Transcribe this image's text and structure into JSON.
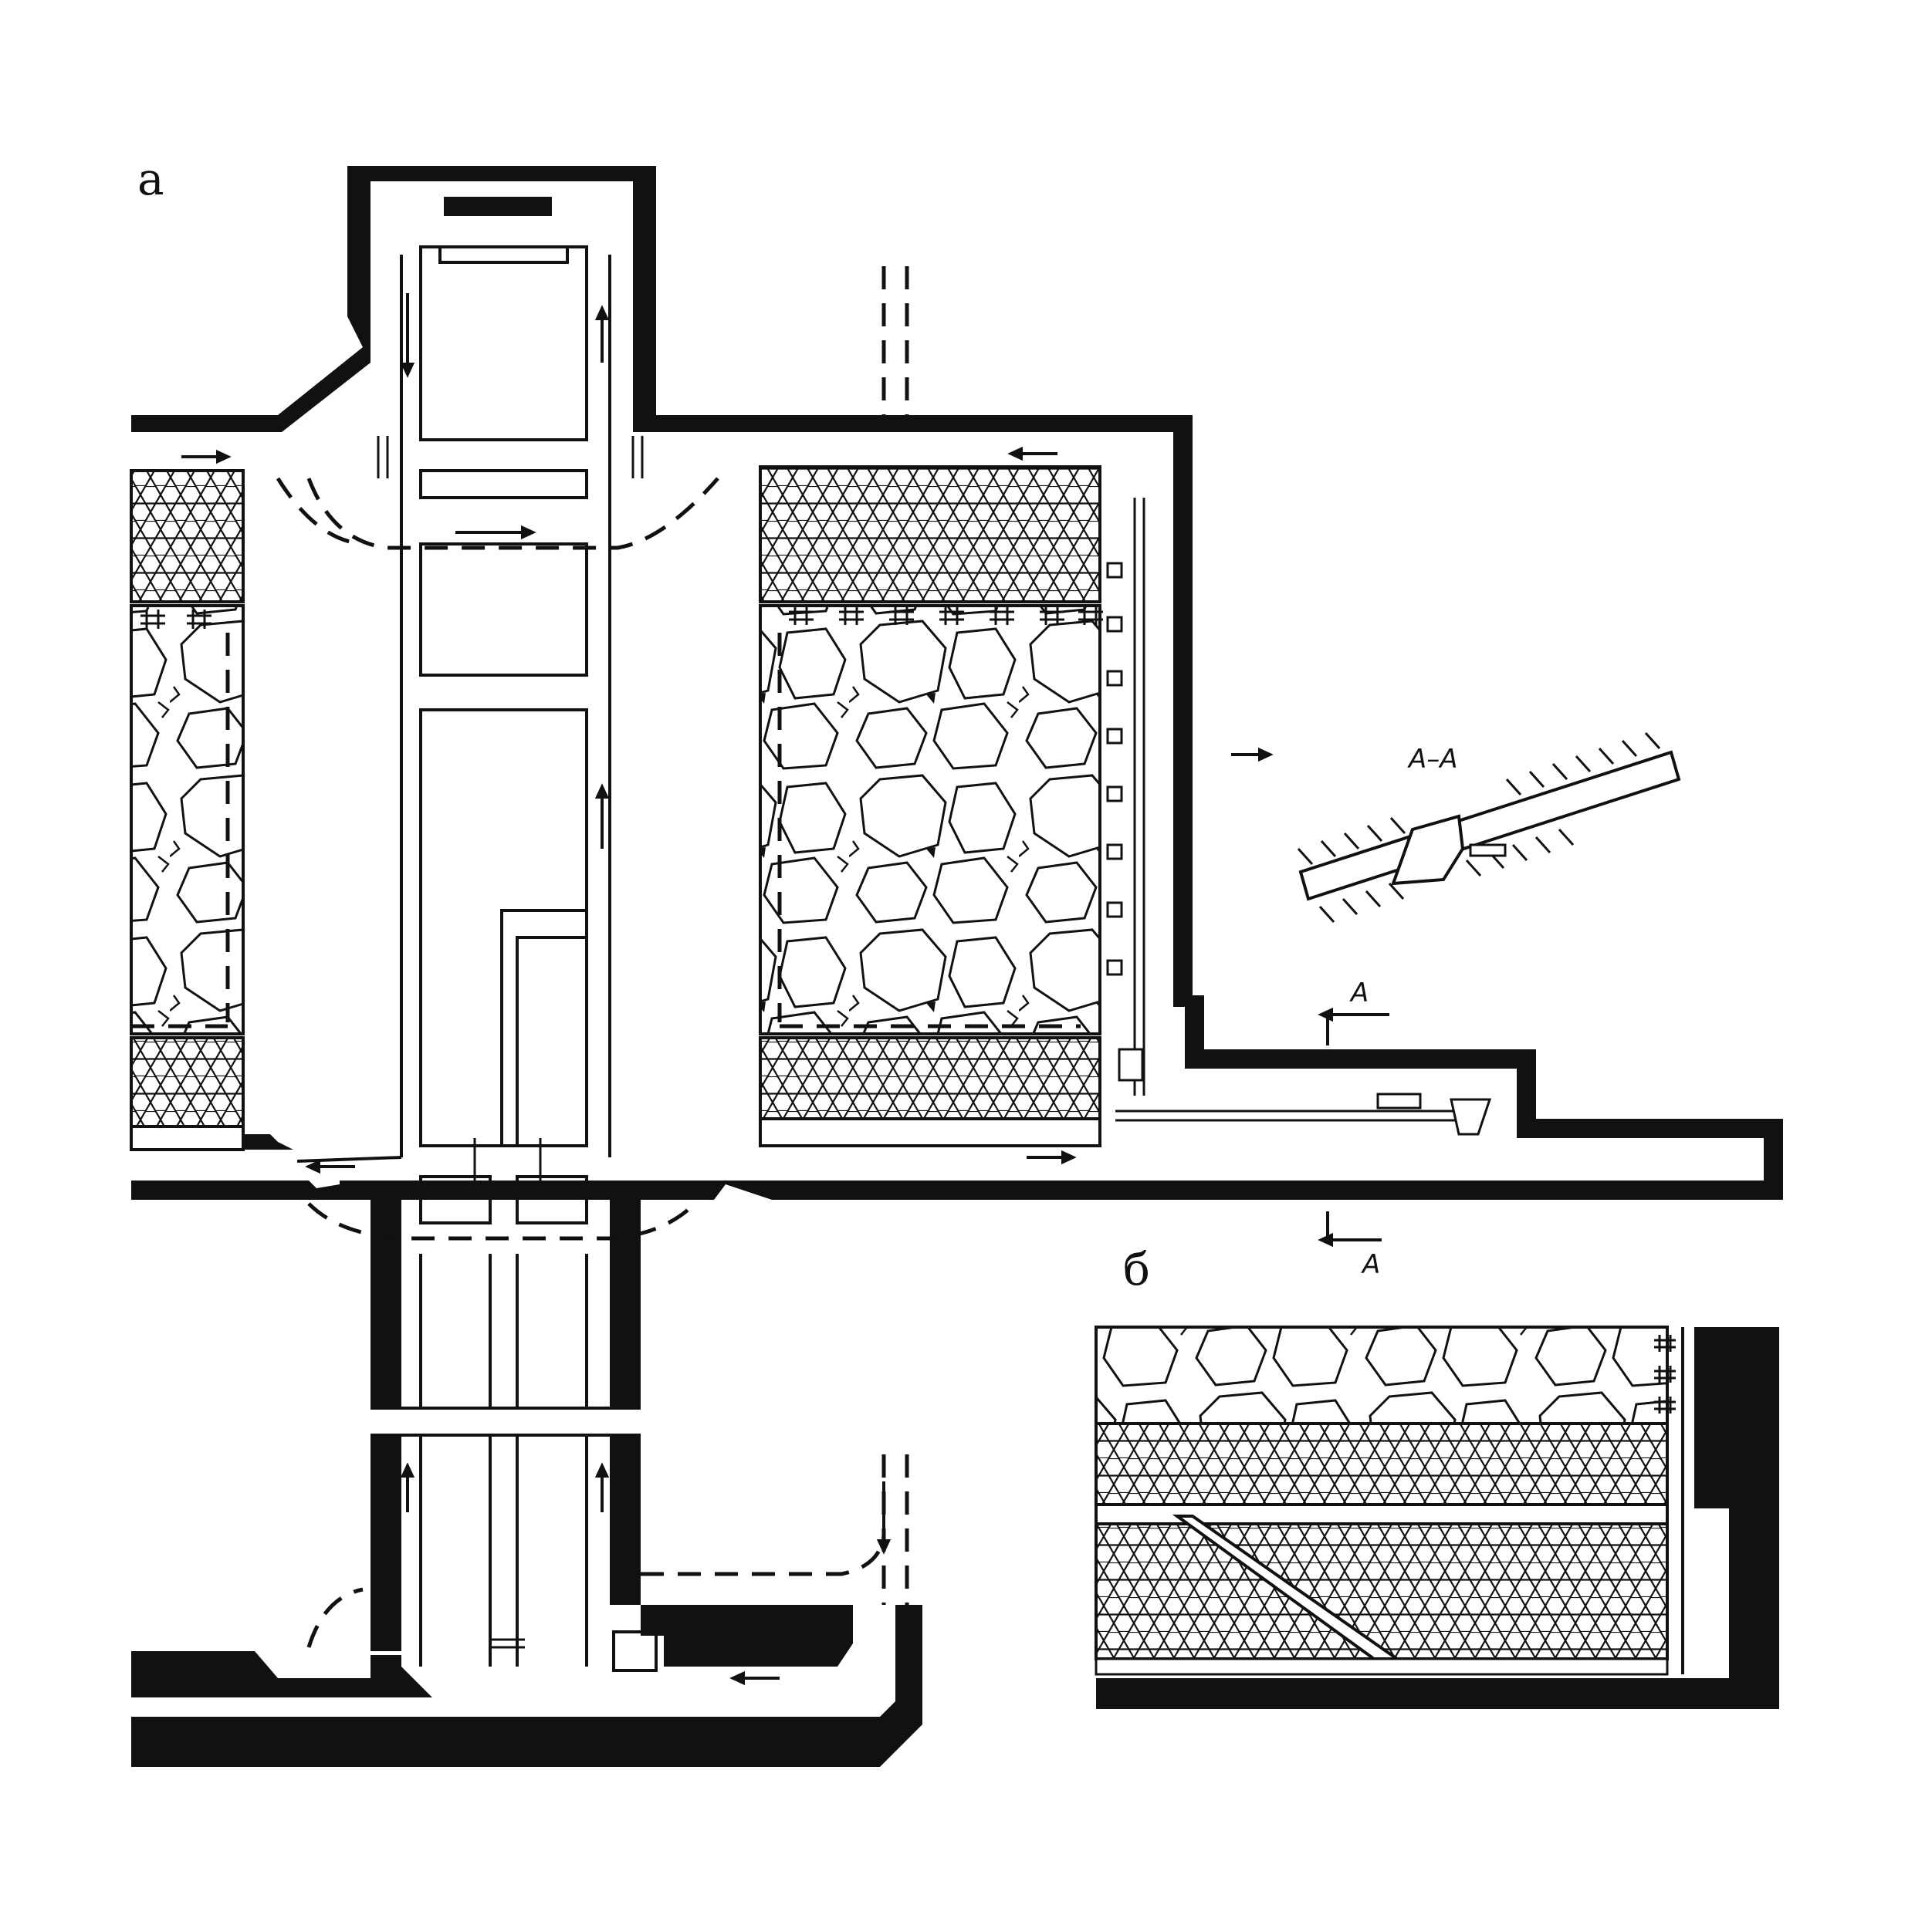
{
  "figure": {
    "panel_a_label": "а",
    "panel_b_label": "б",
    "section_title": "А–А",
    "section_mark_top": "А",
    "section_mark_bottom": "А"
  },
  "colors": {
    "ink": "#111111",
    "paper": "#ffffff"
  },
  "icons": {
    "stowing_grid": "hatch-grid-icon",
    "broken_ore": "polygon-rock-icon",
    "backfill": "hexagon-pattern-icon",
    "vent_door": "double-bar-icon",
    "direction": "arrow-icon"
  }
}
